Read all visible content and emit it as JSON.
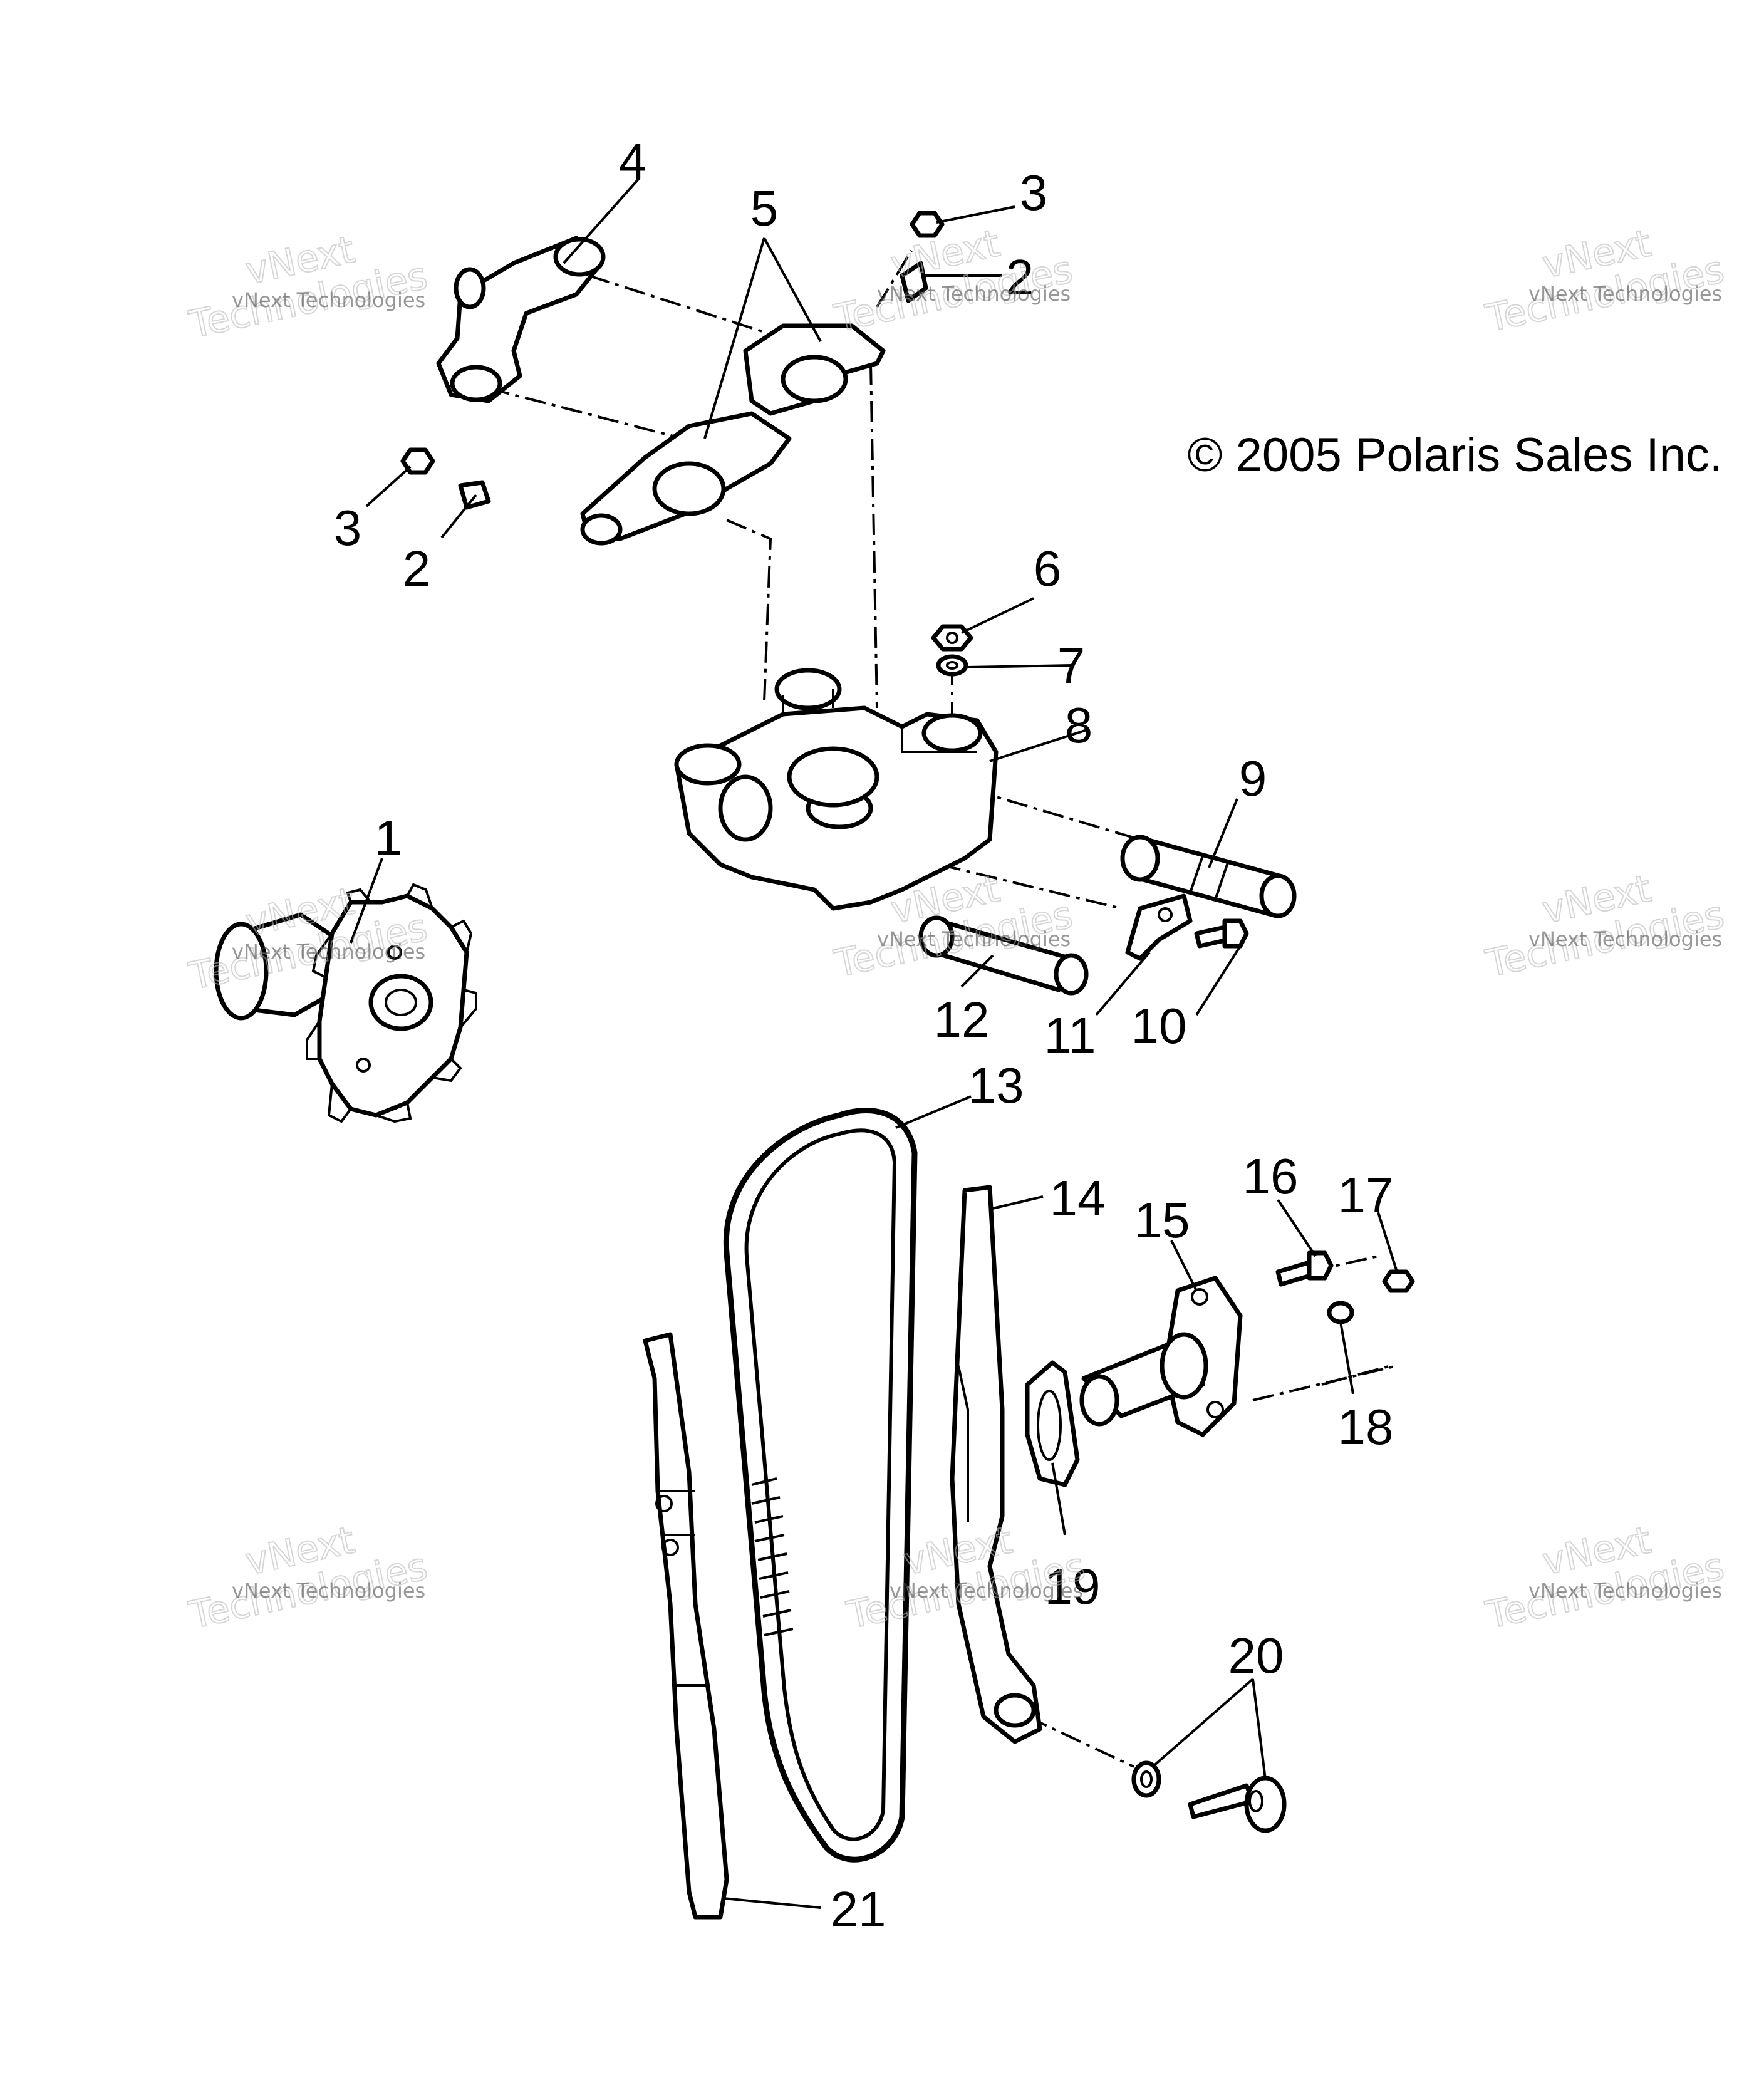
{
  "copyright": "© 2005 Polaris Sales Inc.",
  "watermark": {
    "line1": "vNext Technologies",
    "line2": "vNext",
    "line3": "Technologies"
  },
  "callouts": {
    "c1": "1",
    "c2a": "2",
    "c2b": "2",
    "c3a": "3",
    "c3b": "3",
    "c4": "4",
    "c5": "5",
    "c6": "6",
    "c7": "7",
    "c8": "8",
    "c9": "9",
    "c10": "10",
    "c11": "11",
    "c12": "12",
    "c13": "13",
    "c14": "14",
    "c15": "15",
    "c16": "16",
    "c17": "17",
    "c18": "18",
    "c19": "19",
    "c20": "20",
    "c21": "21"
  }
}
